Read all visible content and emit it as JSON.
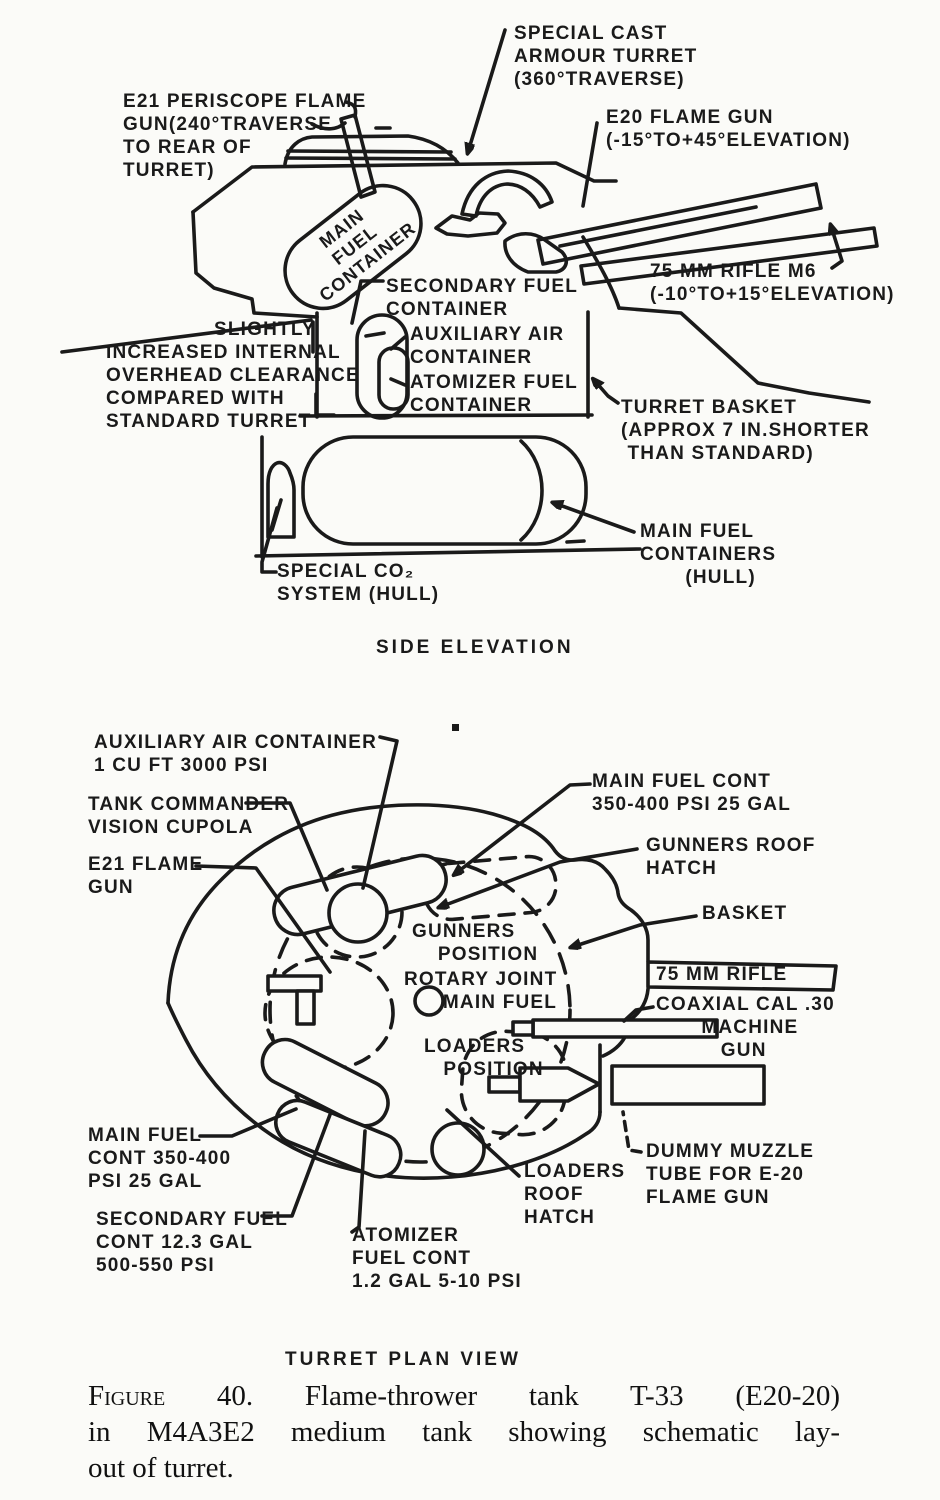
{
  "side_elevation": {
    "title": "SIDE ELEVATION",
    "labels": {
      "e21_periscope": "E21 PERISCOPE FLAME\nGUN(240°TRAVERSE\nTO REAR OF\nTURRET)",
      "special_cast": "SPECIAL CAST\nARMOUR TURRET\n(360°TRAVERSE)",
      "e20_flame_gun": "E20 FLAME GUN\n(-15°TO+45°ELEVATION)",
      "main_fuel_container": "MAIN\nFUEL\nCONTAINER",
      "secondary_fuel": "SECONDARY FUEL\nCONTAINER",
      "auxiliary_air": "AUXILIARY AIR\nCONTAINER",
      "atomizer_fuel": "ATOMIZER FUEL\nCONTAINER",
      "clearance": "SLIGHTLY\nINCREASED INTERNAL\nOVERHEAD CLEARANCE\nCOMPARED WITH\nSTANDARD TURRET",
      "rifle_m6": "75 MM RIFLE M6\n(-10°TO+15°ELEVATION)",
      "turret_basket": "TURRET BASKET\n(APPROX 7 IN.SHORTER\n THAN STANDARD)",
      "main_fuel_hull": "MAIN FUEL\nCONTAINERS\n       (HULL)",
      "co2_system": "SPECIAL CO₂\nSYSTEM (HULL)"
    }
  },
  "plan_view": {
    "title": "TURRET PLAN VIEW",
    "labels": {
      "auxiliary_air": "AUXILIARY AIR CONTAINER\n1 CU FT 3000 PSI",
      "commander_cupola": "TANK COMMANDER\nVISION CUPOLA",
      "e21_flame_gun": "E21 FLAME\nGUN",
      "main_fuel_top": "MAIN FUEL CONT\n350-400 PSI 25 GAL",
      "gunners_roof_hatch": "GUNNERS ROOF\nHATCH",
      "basket": "BASKET",
      "rifle_75mm": "75 MM RIFLE",
      "coaxial_mg": "COAXIAL CAL .30\n       MACHINE\n          GUN",
      "gunners_position": "GUNNERS\n    POSITION",
      "rotary_joint": "ROTARY JOINT\n      MAIN FUEL",
      "loaders_position": "LOADERS\n   POSITION",
      "main_fuel_bottom": "MAIN FUEL\nCONT 350-400\nPSI 25 GAL",
      "secondary_fuel": "SECONDARY FUEL\nCONT 12.3 GAL\n500-550 PSI",
      "atomizer_fuel": "ATOMIZER\nFUEL CONT\n1.2 GAL 5-10 PSI",
      "loaders_roof_hatch": "LOADERS\nROOF\nHATCH",
      "dummy_muzzle": "DUMMY MUZZLE\nTUBE FOR E-20\nFLAME GUN"
    }
  },
  "caption": {
    "figure_label": "Figure 40.",
    "line1_rest": "Flame-thrower tank T-33 (E20-20)",
    "line2": "in M4A3E2 medium tank showing schematic lay-",
    "line3": "out of turret."
  }
}
